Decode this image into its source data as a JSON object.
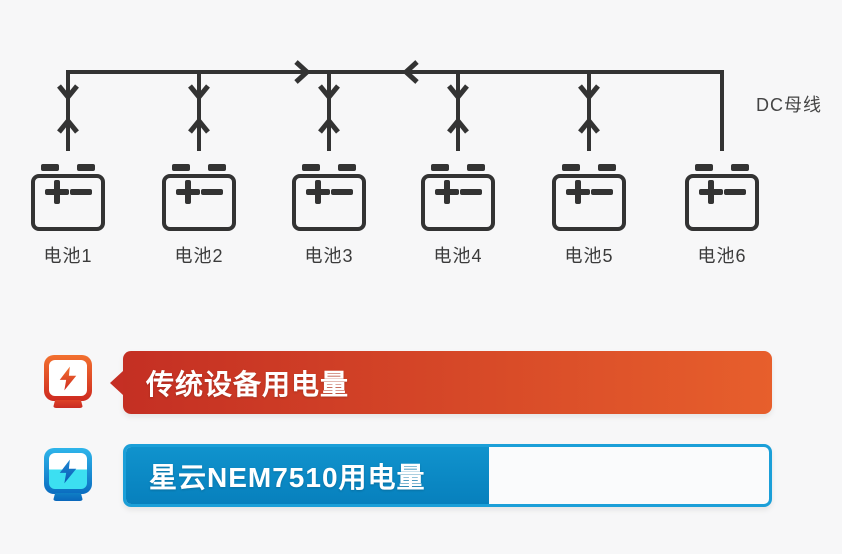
{
  "background_color": "#f7f7f8",
  "diagram": {
    "bus_label": "DC母线",
    "wire_color": "#333333",
    "batteries": [
      {
        "label": "电池1"
      },
      {
        "label": "电池2"
      },
      {
        "label": "电池3"
      },
      {
        "label": "电池4"
      },
      {
        "label": "电池5"
      },
      {
        "label": "电池6"
      }
    ]
  },
  "comparison": {
    "rows": [
      {
        "id": "traditional",
        "label": "传统设备用电量",
        "icon": "power-device-bolt-icon",
        "fill_percent": 100,
        "bar_color_start": "#c42f23",
        "bar_color_end": "#e75f2c"
      },
      {
        "id": "nem7510",
        "label": "星云NEM7510用电量",
        "icon": "power-device-bolt-charging-icon",
        "fill_percent": 56.5,
        "bar_fill_color": "#0886c3",
        "bar_border_color": "#1b9fd8"
      }
    ]
  }
}
